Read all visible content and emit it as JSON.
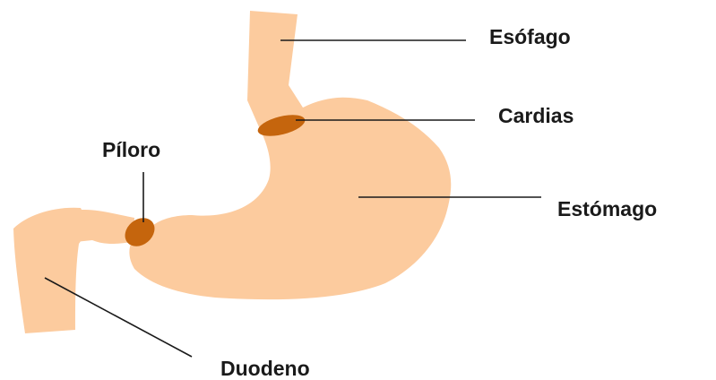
{
  "colors": {
    "organ": "#FCCB9E",
    "sphincter": "#C5650D",
    "line": "#1a1a1a",
    "text": "#1a1a1a"
  },
  "labels": {
    "esofago": "Esófago",
    "cardias": "Cardias",
    "piloro": "Píloro",
    "estomago": "Estómago",
    "duodeno": "Duodeno"
  }
}
